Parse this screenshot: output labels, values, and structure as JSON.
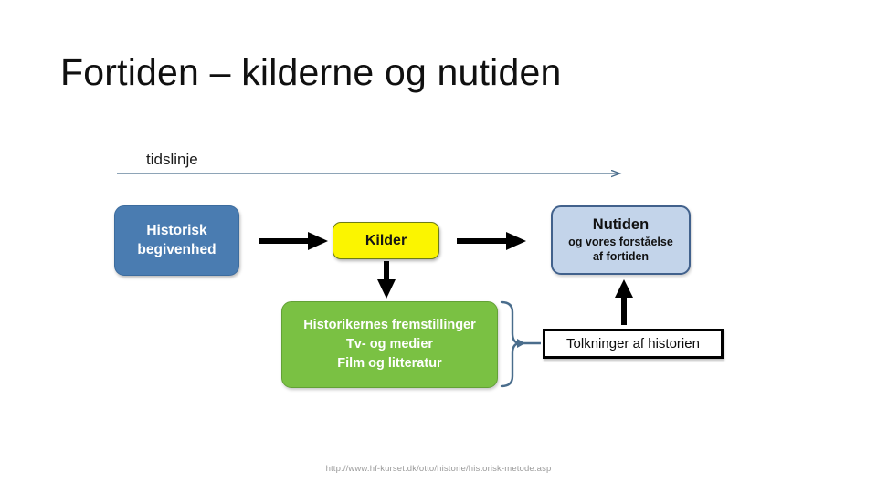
{
  "slide": {
    "title": "Fortiden – kilderne og nutiden",
    "footer_url": "http://www.hf-kurset.dk/otto/historie/historisk-metode.asp",
    "background_color": "#ffffff"
  },
  "diagram": {
    "timeline": {
      "label": "tidslinje",
      "arrow_color": "#4a6d8c",
      "direction": "right"
    },
    "nodes": [
      {
        "id": "historisk-begivenhed",
        "lines": [
          "Historisk",
          "begivenhed"
        ],
        "text": "Historisk begivenhed",
        "fill": "#4a7cb1",
        "border": "#3c6c9e",
        "text_color": "#ffffff",
        "shape": "rounded-rectangle"
      },
      {
        "id": "kilder",
        "lines": [
          "Kilder"
        ],
        "text": "Kilder",
        "fill": "#fbf500",
        "border": "#6d7c15",
        "text_color": "#151515",
        "shape": "rounded-rectangle"
      },
      {
        "id": "nutiden",
        "lines": [
          "Nutiden",
          "og vores forståelse",
          "af fortiden"
        ],
        "title_line": "Nutiden",
        "sub_line_1": "og vores forståelse",
        "sub_line_2": "af fortiden",
        "fill": "#c3d4ea",
        "border": "#41618c",
        "text_color": "#111111",
        "shape": "rounded-rectangle"
      },
      {
        "id": "fremstillinger",
        "lines": [
          "Historikernes fremstillinger",
          "Tv- og medier",
          "Film og litteratur"
        ],
        "line_1": "Historikernes fremstillinger",
        "line_2": "Tv- og medier",
        "line_3": "Film og litteratur",
        "fill": "#7ac143",
        "border": "#63a136",
        "text_color": "#ffffff",
        "shape": "rounded-rectangle"
      },
      {
        "id": "tolkninger",
        "lines": [
          "Tolkninger af historien"
        ],
        "text": "Tolkninger af historien",
        "fill": "#ffffff",
        "border": "#000000",
        "text_color": "#0a0a0a",
        "shape": "rectangle"
      }
    ],
    "connectors": [
      {
        "id": "historisk-to-kilder",
        "from": "historisk-begivenhed",
        "to": "kilder",
        "direction": "right",
        "color": "#000000"
      },
      {
        "id": "kilder-to-nutiden",
        "from": "kilder",
        "to": "nutiden",
        "direction": "right",
        "color": "#000000"
      },
      {
        "id": "kilder-to-fremstillinger",
        "from": "kilder",
        "to": "fremstillinger",
        "direction": "down",
        "color": "#000000"
      },
      {
        "id": "tolkninger-to-nutiden",
        "from": "tolkninger",
        "to": "nutiden",
        "direction": "up",
        "color": "#000000"
      },
      {
        "id": "fremstillinger-brace",
        "from": "fremstillinger",
        "to": "tolkninger",
        "direction": "right",
        "color": "#4a6d8c",
        "style": "curly-brace"
      }
    ]
  }
}
